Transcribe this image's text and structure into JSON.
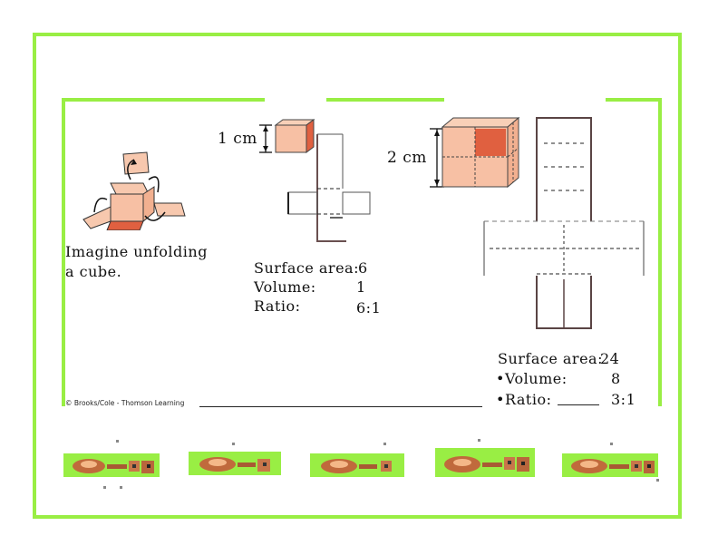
{
  "left": {
    "caption_line1": "Imagine unfolding",
    "caption_line2": "a cube."
  },
  "small_cube": {
    "dimension": "1 cm",
    "surface_area_label": "Surface area:",
    "surface_area_value": "6",
    "volume_label": "Volume:",
    "volume_value": "1",
    "ratio_label": "Ratio:",
    "ratio_value": "6:1"
  },
  "large_cube": {
    "dimension": "2 cm",
    "surface_area_label": "Surface area:",
    "surface_area_value": "24",
    "volume_label": "•Volume:",
    "volume_value": "8",
    "ratio_label": "•Ratio:",
    "ratio_value": "3:1"
  },
  "credit": "© Brooks/Cole - Thomson Learning",
  "colors": {
    "frame": "#99ee44",
    "cube_face": "#f7c0a4",
    "cube_dark": "#e06040"
  }
}
